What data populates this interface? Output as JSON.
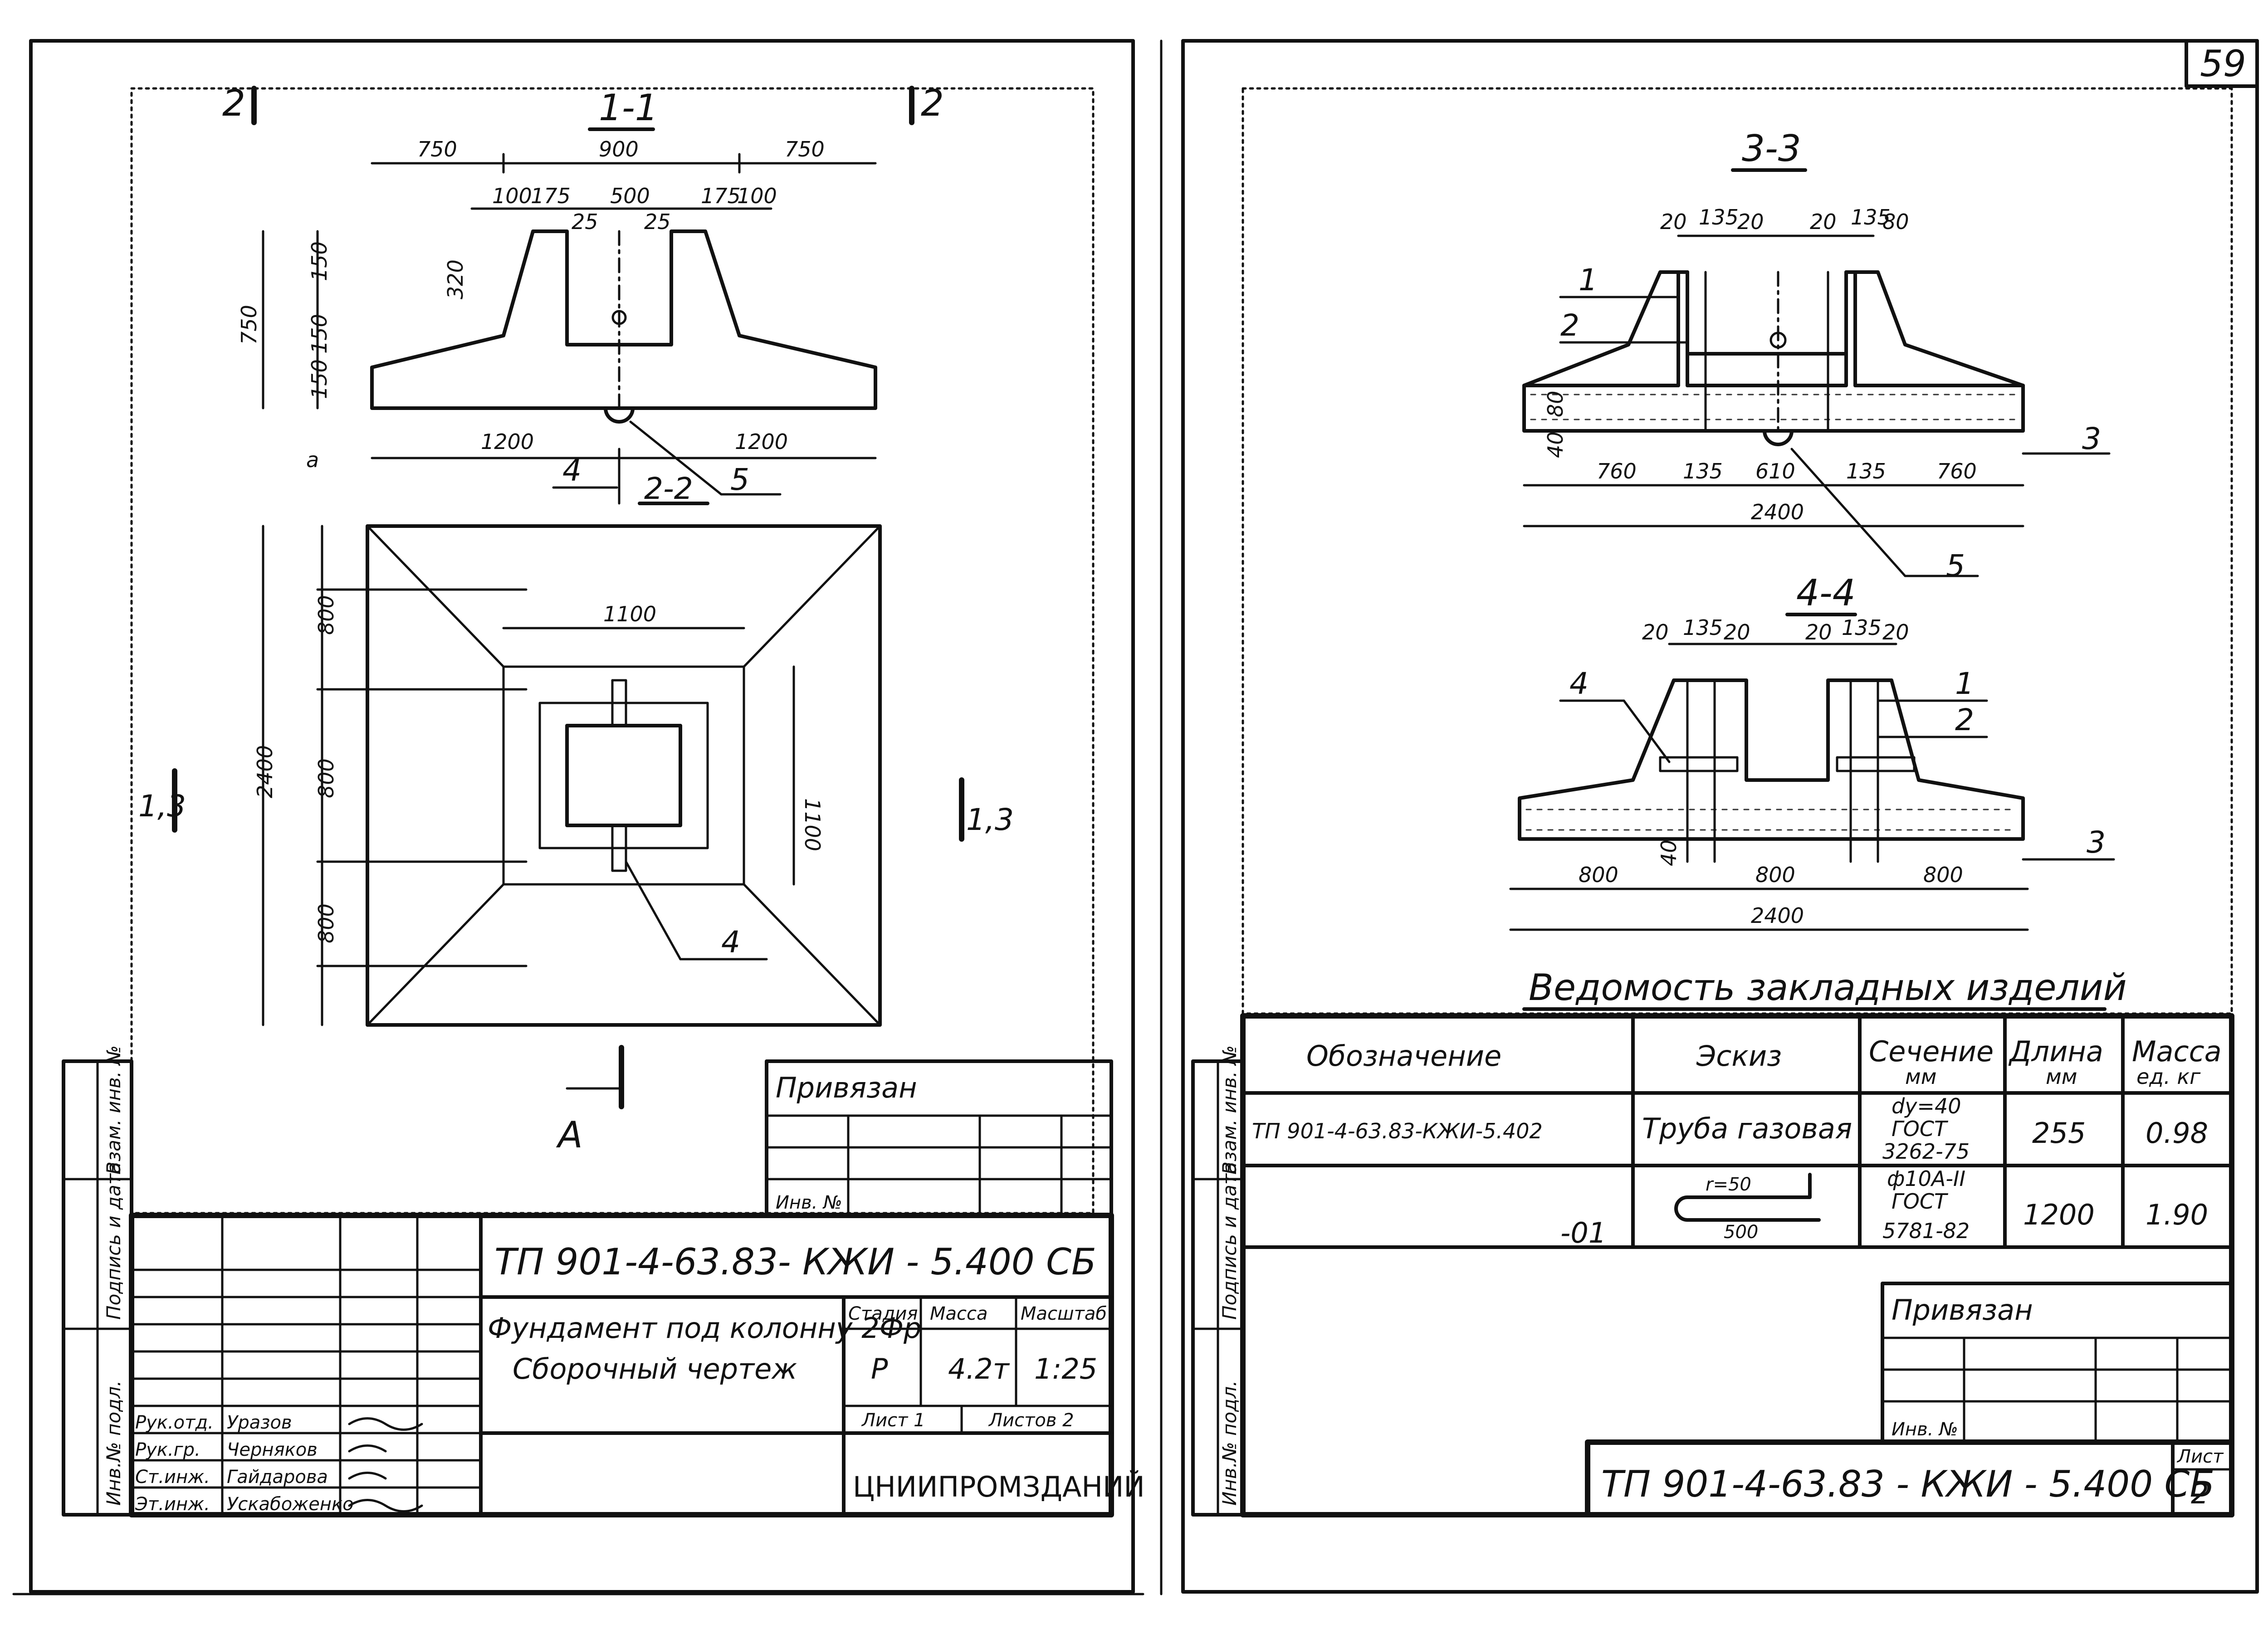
{
  "page_number": "59",
  "left_sheet": {
    "section_1_1": {
      "title": "1-1",
      "cut_marks": [
        "2",
        "2"
      ],
      "dims_top": [
        "750",
        "900",
        "750"
      ],
      "dims_inner": [
        "100",
        "175",
        "500",
        "175",
        "100"
      ],
      "dims_small": [
        "25",
        "25"
      ],
      "dims_left": [
        "150",
        "320",
        "150",
        "150",
        "750"
      ],
      "dims_bottom": [
        "1200",
        "1200"
      ],
      "small_marker": "a",
      "callouts": [
        "4",
        "2-2",
        "5"
      ]
    },
    "plan": {
      "dims": [
        "1100",
        "800",
        "800",
        "800",
        "2400",
        "1100"
      ],
      "section_marks": [
        "1,3",
        "1,3"
      ],
      "callout": "4",
      "bottom_mark": "A"
    },
    "side_labels": [
      "Инв.№ подл.",
      "Подпись и дата",
      "Взам. инв. №"
    ],
    "privyazan_box": {
      "title": "Привязан",
      "inv_label": "Инв. №"
    },
    "title_block": {
      "code": "ТП 901-4-63.83- КЖИ - 5.400 СБ",
      "name_line1": "Фундамент под колонну 2Фр",
      "name_line2": "Сборочный чертеж",
      "col_headers": [
        "Стадия",
        "Масса",
        "Масштаб"
      ],
      "values": [
        "Р",
        "4.2т",
        "1:25"
      ],
      "sheet": "Лист 1",
      "sheets": "Листов 2",
      "org": "ЦНИИПРОМЗДАНИЙ",
      "roles": [
        {
          "role": "Рук.отд.",
          "name": "Уразов"
        },
        {
          "role": "Рук.гр.",
          "name": "Черняков"
        },
        {
          "role": "Ст.инж.",
          "name": "Гайдарова"
        },
        {
          "role": "Эт.инж.",
          "name": "Ускабоженко"
        }
      ]
    }
  },
  "right_sheet": {
    "section_3_3": {
      "title": "3-3",
      "dims_top": [
        "20",
        "135",
        "20",
        "20",
        "135",
        "80"
      ],
      "dims_bottom": [
        "760",
        "135",
        "610",
        "135",
        "760"
      ],
      "total": "2400",
      "left_dims": [
        "40",
        "80"
      ],
      "callouts": [
        "1",
        "2",
        "3",
        "5"
      ]
    },
    "section_4_4": {
      "title": "4-4",
      "dims_top": [
        "20",
        "135",
        "20",
        "20",
        "135",
        "20"
      ],
      "dims_bottom": [
        "800",
        "800",
        "800"
      ],
      "total": "2400",
      "left_dim": "40",
      "callouts": [
        "4",
        "1",
        "2",
        "3"
      ]
    },
    "schedule": {
      "title": "Ведомость закладных изделий",
      "headers": [
        "Обозначение",
        "Эскиз",
        "Сечение",
        "Длина",
        "Масса"
      ],
      "header_units": [
        "мм",
        "мм",
        "ед. кг"
      ],
      "rows": [
        {
          "code": "ТП 901-4-63.83-КЖИ-5.402",
          "sketch": "Труба газовая",
          "section": [
            "dy=40",
            "ГОСТ",
            "3262-75"
          ],
          "length": "255",
          "mass": "0.98"
        },
        {
          "code": "-01",
          "sketch": "",
          "section": [
            "ф10А-II",
            "ГОСТ",
            "5781-82"
          ],
          "length": "1200",
          "mass": "1.90"
        }
      ],
      "sketch_dims": [
        "r=50",
        "500"
      ]
    },
    "side_labels": [
      "Инв.№ подл.",
      "Подпись и дата",
      "Взам. инв. №"
    ],
    "privyazan_box": {
      "title": "Привязан",
      "inv_label": "Инв. №"
    },
    "bottom_stamp": {
      "code": "ТП 901-4-63.83 - КЖИ - 5.400 СБ",
      "sheet_label": "Лист",
      "sheet": "2"
    }
  }
}
